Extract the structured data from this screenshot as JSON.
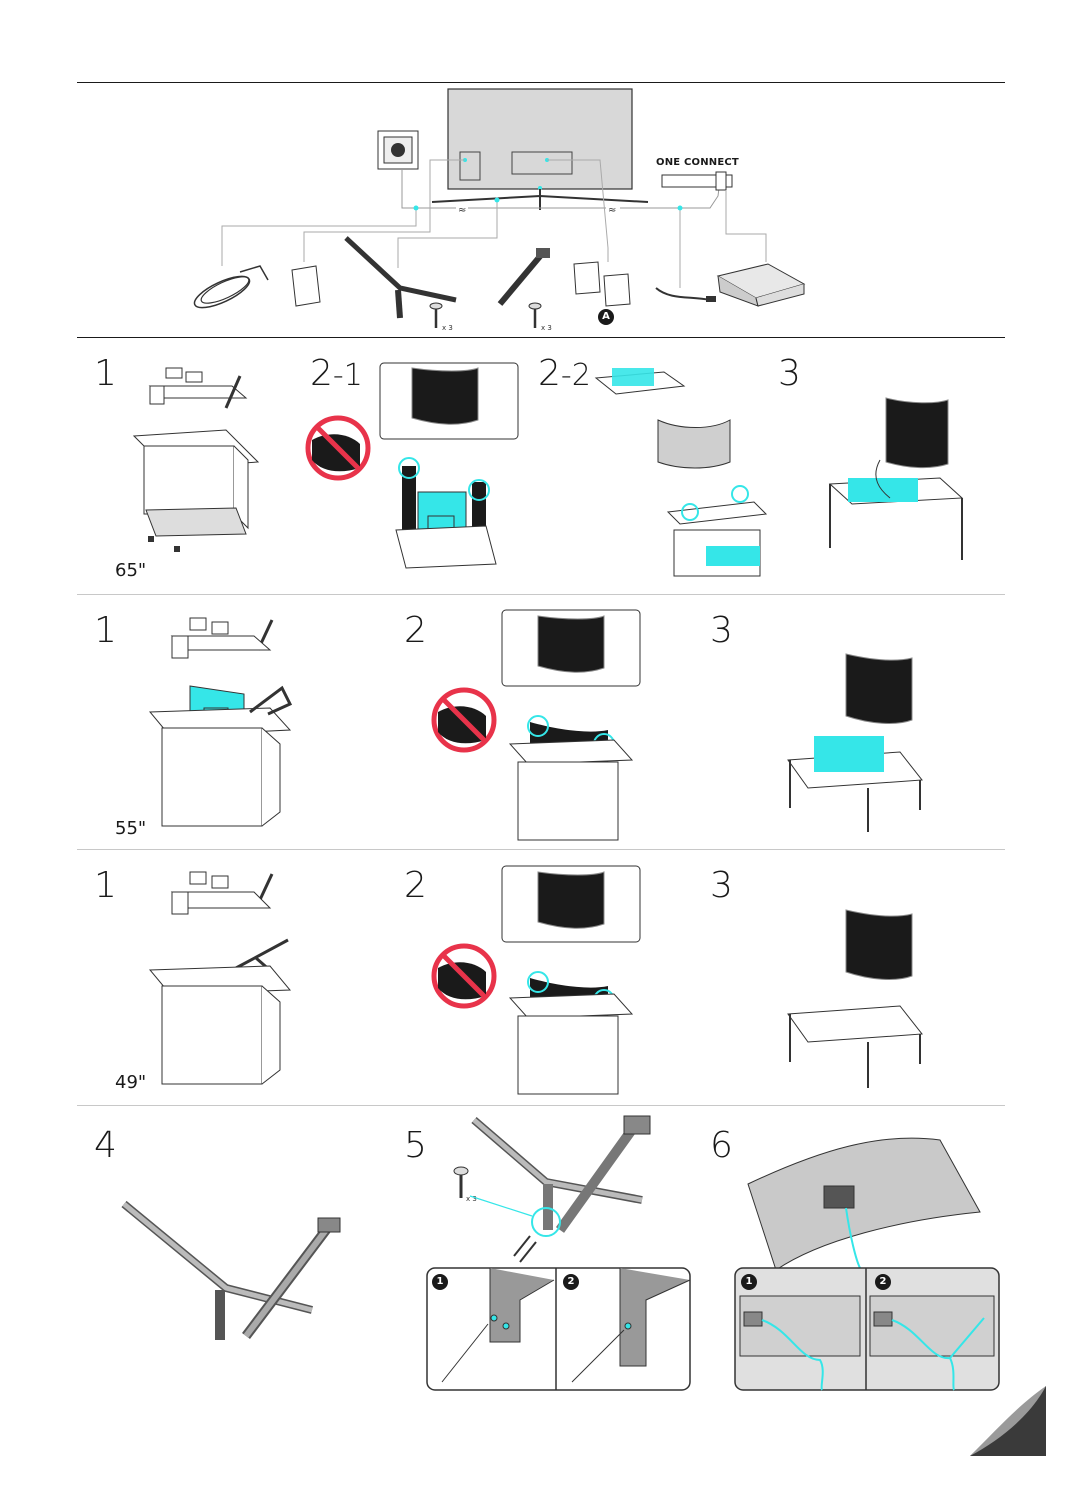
{
  "components": {
    "one_connect_label": "ONE CONNECT",
    "screw_qty_1": "x 3",
    "screw_qty_2": "x 3",
    "marker_a": "A"
  },
  "sections": [
    {
      "size_label": "65\"",
      "steps": [
        "1",
        "2",
        "3"
      ],
      "step2_main": "2",
      "step2_sub": "-1",
      "step2b_main": "2",
      "step2b_sub": "-2"
    },
    {
      "size_label": "55\"",
      "steps": [
        "1",
        "2",
        "3"
      ]
    },
    {
      "size_label": "49\"",
      "steps": [
        "1",
        "2",
        "3"
      ]
    }
  ],
  "assembly": {
    "steps": [
      "4",
      "5",
      "6"
    ],
    "screw_qty": "x 3",
    "inset_5": [
      "1",
      "2"
    ],
    "inset_6": [
      "1",
      "2"
    ]
  },
  "colors": {
    "accent": "#35e6e8",
    "warning": "#e8334a",
    "ink": "#1a1a1a",
    "panel": "#bdbdbd"
  }
}
